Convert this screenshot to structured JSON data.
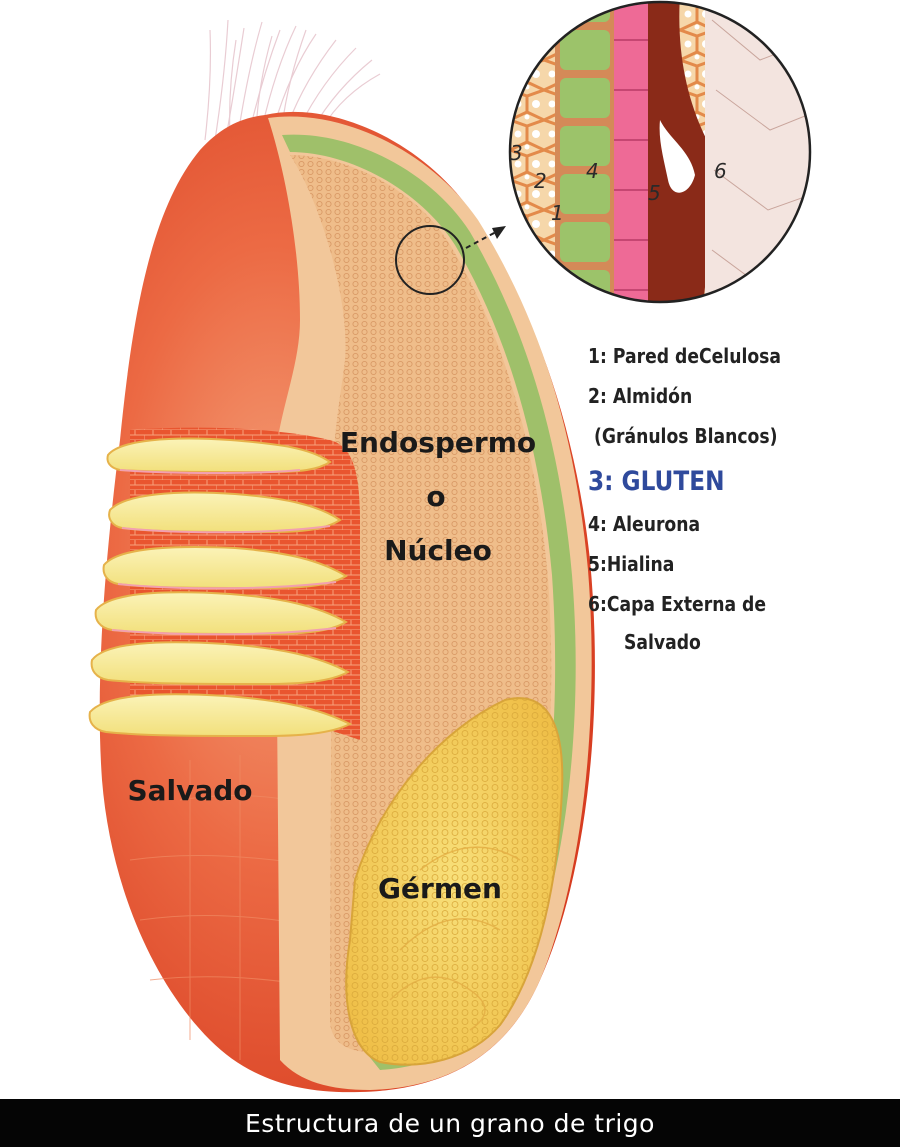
{
  "labels": {
    "endospermo": "Endospermo",
    "o": "o",
    "nucleo": "Núcleo",
    "salvado": "Salvado",
    "germen": "Gérmen"
  },
  "inset_numbers": {
    "n1": "1",
    "n2": "2",
    "n3": "3",
    "n4": "4",
    "n5": "5",
    "n6": "6"
  },
  "legend": {
    "item1": "1: Pared deCelulosa",
    "item2": "2: Almidón",
    "item2_sub": "(Gránulos Blancos)",
    "item3": "3:  GLUTEN",
    "item4": "4: Aleurona",
    "item5": "5:Hialina",
    "item6": "6:Capa Externa de",
    "item6_sub": "Salvado"
  },
  "caption": "Estructura de un grano de trigo",
  "colors": {
    "bran": "#e8452a",
    "endosperm": "#efbe8c",
    "aleurone": "#9fc06a",
    "germ": "#f0c84e",
    "gluten_text": "#2f4a9c",
    "caption_bg": "#050505"
  }
}
